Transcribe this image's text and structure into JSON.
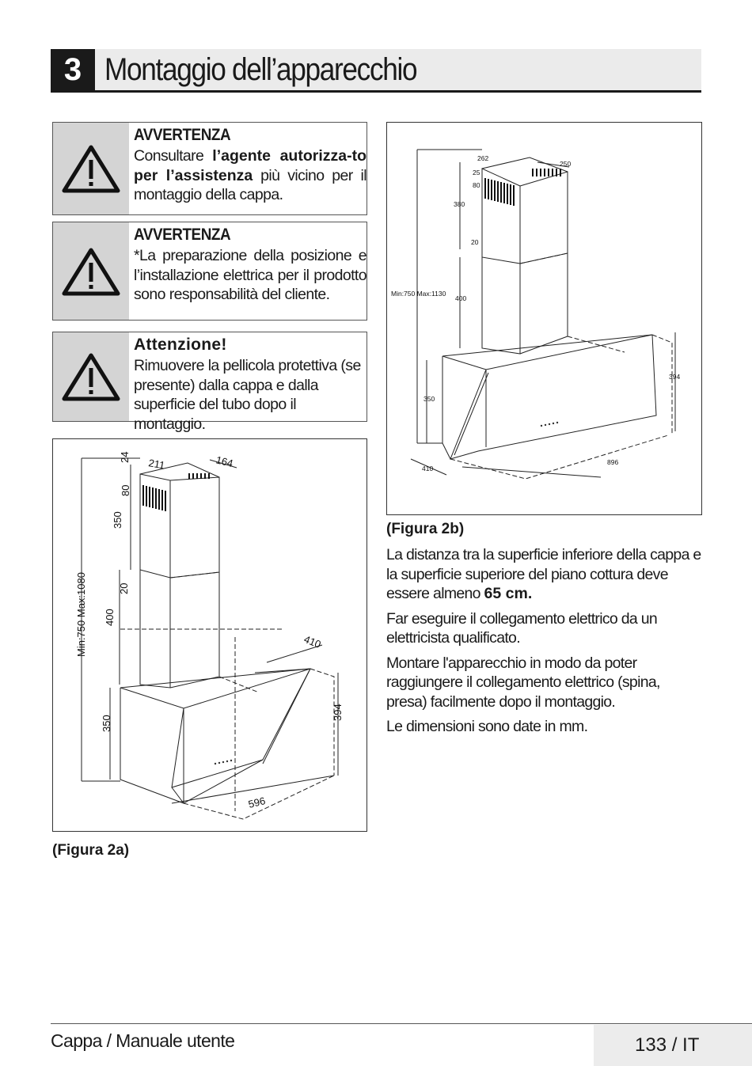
{
  "header": {
    "number": "3",
    "title": "Montaggio dell’apparecchio"
  },
  "warnings": [
    {
      "title": "AVVERTENZA",
      "parts": [
        "Consultare ",
        "l’agente autorizza-to per l’assistenza",
        " più vicino per il montaggio della cappa."
      ]
    },
    {
      "title": "AVVERTENZA",
      "text": "*La preparazione della posizione e l’installazione elettrica per il prodotto sono responsabilità del cliente."
    },
    {
      "title": "Attenzione!",
      "text": "Rimuovere la pellicola protettiva (se presente) dalla cappa e dalla superficie del tubo dopo il montaggio."
    }
  ],
  "figure_a": {
    "caption": "(Figura 2a)",
    "dims": {
      "d24": "24",
      "d211": "211",
      "d164": "164",
      "d80": "80",
      "d350top": "350",
      "d20": "20",
      "d400": "400",
      "minmax": "Min:750 Max:1080",
      "d410": "410",
      "d394": "394",
      "d350bot": "350",
      "d596": "596"
    }
  },
  "figure_b": {
    "caption": "(Figura 2b)",
    "dims": {
      "d262": "262",
      "d250": "250",
      "d25": "25",
      "d80": "80",
      "d380": "380",
      "d20": "20",
      "minmax": "Min:750  Max:1130",
      "d400": "400",
      "d394": "394",
      "d350": "350",
      "d410": "410",
      "d896": "896"
    }
  },
  "body": {
    "p1_pre": "La distanza tra la superficie inferiore della cappa e la superficie superiore del piano cottura deve essere almeno ",
    "p1_bold": "65 cm.",
    "p2": "Far eseguire il collegamento elettrico da un elettricista qualificato.",
    "p3": "Montare l'apparecchio in modo da poter raggiungere il collegamento elettrico (spina, presa) facilmente dopo il montaggio.",
    "p4": "Le dimensioni sono date in mm."
  },
  "footer": {
    "left": "Cappa / Manuale utente",
    "right": "133 / IT"
  }
}
